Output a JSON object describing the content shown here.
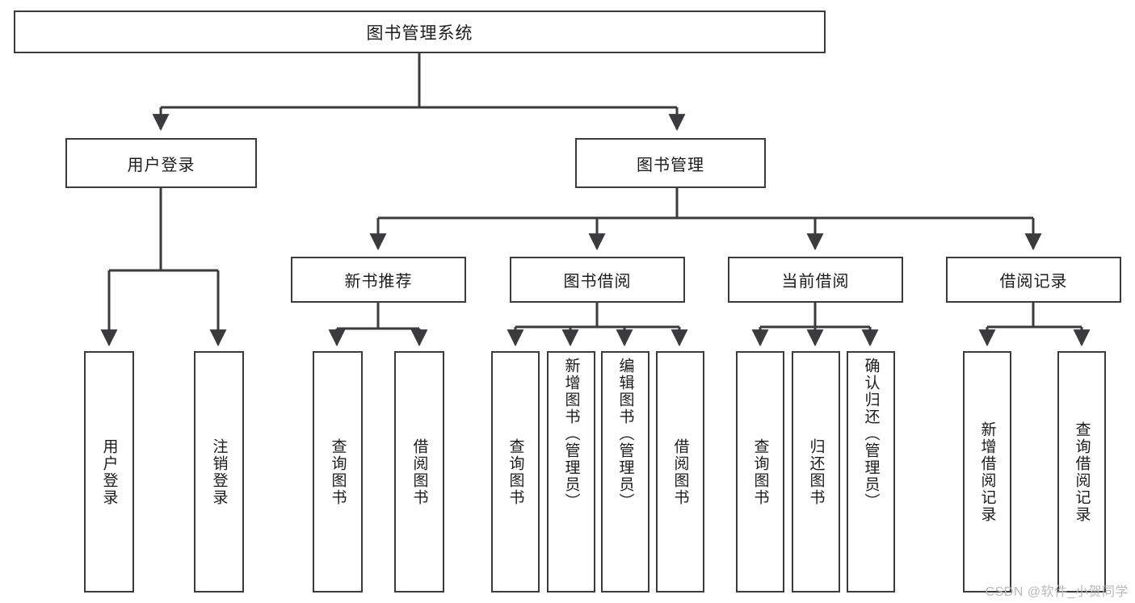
{
  "diagram": {
    "title": "图书管理系统",
    "watermark": "CSDN @软件_小贺同学",
    "line_color": "#3b3b3d",
    "box_fill": "#ffffff",
    "text_color": "#1c1c1c",
    "watermark_color": "#b9b9b9"
  },
  "nodes": {
    "root": {
      "label": "图书管理系统"
    },
    "level2": [
      {
        "label": "用户登录"
      },
      {
        "label": "图书管理"
      }
    ],
    "level3": [
      {
        "label": "新书推荐"
      },
      {
        "label": "图书借阅"
      },
      {
        "label": "当前借阅"
      },
      {
        "label": "借阅记录"
      }
    ],
    "leaves": {
      "user_login": [
        {
          "label": "用户登录"
        },
        {
          "label": "注销登录"
        }
      ],
      "new_book_recommend": [
        {
          "label": "查询图书"
        },
        {
          "label": "借阅图书"
        }
      ],
      "book_borrow": [
        {
          "label": "查询图书"
        },
        {
          "label": "新增图书（管理员）"
        },
        {
          "label": "编辑图书（管理员）"
        },
        {
          "label": "借阅图书"
        }
      ],
      "current_borrow": [
        {
          "label": "查询图书"
        },
        {
          "label": "归还图书"
        },
        {
          "label": "确认归还（管理员）"
        }
      ],
      "borrow_record": [
        {
          "label": "新增借阅记录"
        },
        {
          "label": "查询借阅记录"
        }
      ]
    }
  }
}
